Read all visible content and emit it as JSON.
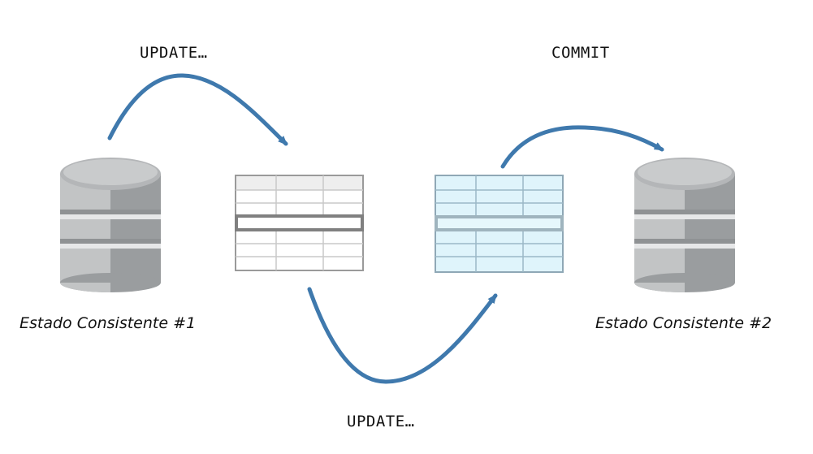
{
  "labels": {
    "update_top": "UPDATE…",
    "commit": "COMMIT",
    "update_bottom": "UPDATE…"
  },
  "captions": {
    "db1": "Estado Consistente #1",
    "db2": "Estado Consistente #2"
  },
  "colors": {
    "arrow": "#3f79ad",
    "db_light": "#c2c4c5",
    "db_dark": "#9a9d9f",
    "db_stripe": "#e6e7e8",
    "table_plain_fill": "#ffffff",
    "table_plain_header": "#eeeeee",
    "table_plain_grid": "#c9c9c9",
    "table_plain_highlight": "#808080",
    "table_blue_fill": "#dff4fb",
    "table_blue_grid": "#9bb8c7",
    "table_blue_highlight": "#9fb4be"
  },
  "icons": [
    "database-icon",
    "table-icon",
    "arrow-icon"
  ]
}
